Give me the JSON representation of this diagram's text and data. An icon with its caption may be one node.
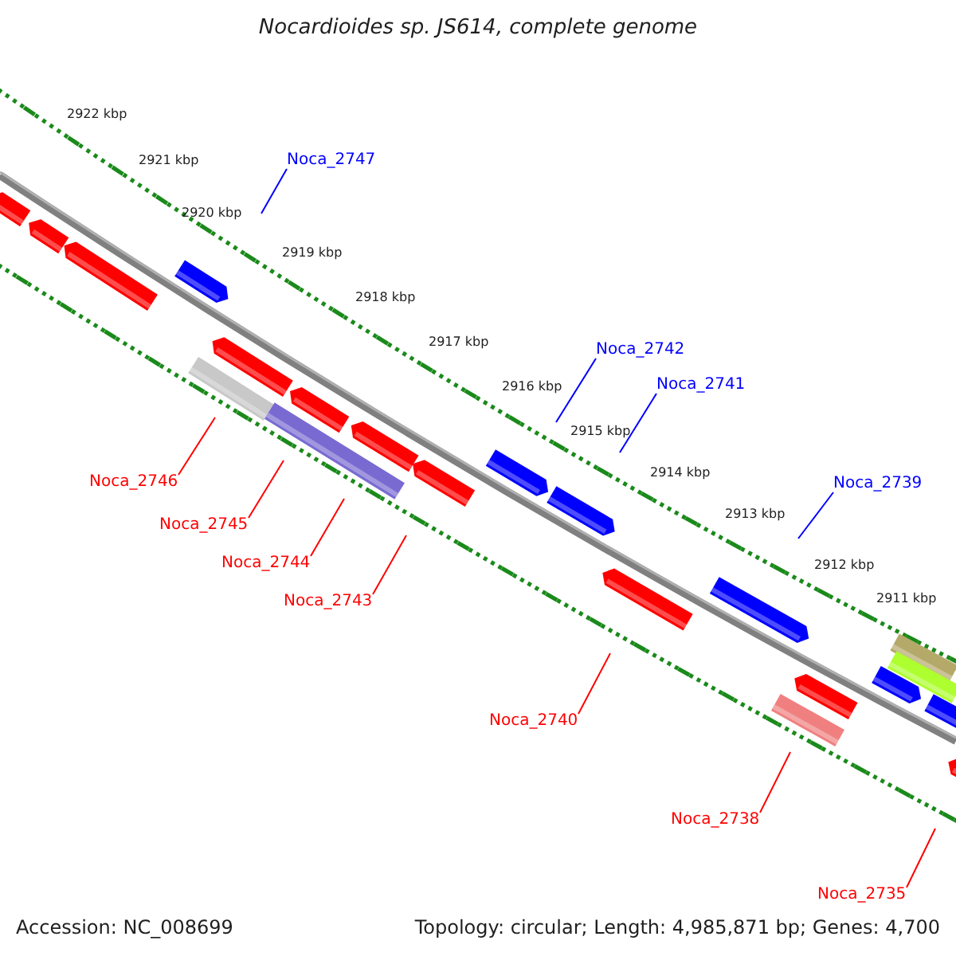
{
  "diagram": {
    "title": "Nocardioides sp. JS614, complete genome",
    "nodes": [
      {
        "text": [
          "Noca_2747"
        ]
      },
      {
        "text": [
          "Noca_2742"
        ]
      },
      {
        "text": [
          "Noca_2741"
        ]
      },
      {
        "text": [
          "Noca_2739"
        ]
      },
      {
        "text": [
          "Noca_2746"
        ]
      },
      {
        "text": [
          "Noca_2745"
        ]
      },
      {
        "text": [
          "Noca_2744"
        ]
      },
      {
        "text": [
          "Noca_2743"
        ]
      },
      {
        "text": [
          "Noca_2740"
        ]
      },
      {
        "text": [
          "Noca_2738"
        ]
      },
      {
        "text": [
          "Noca_2735"
        ]
      }
    ],
    "edges": [
      {
        "from": 0,
        "to": null,
        "arrow": "none",
        "color": "#0000ff"
      },
      {
        "from": 1,
        "to": null,
        "arrow": "none",
        "color": "#0000ff"
      },
      {
        "from": 2,
        "to": null,
        "arrow": "none",
        "color": "#0000ff"
      },
      {
        "from": 3,
        "to": null,
        "arrow": "none",
        "color": "#0000ff"
      },
      {
        "from": 4,
        "to": null,
        "arrow": "none"
      },
      {
        "from": 5,
        "to": null,
        "arrow": "none"
      },
      {
        "from": 6,
        "to": null,
        "arrow": "none"
      },
      {
        "from": 7,
        "to": null,
        "arrow": "none"
      },
      {
        "from": 8,
        "to": null,
        "arrow": "none"
      },
      {
        "from": 9,
        "to": null,
        "arrow": "none"
      },
      {
        "from": 10,
        "to": null,
        "arrow": "none"
      }
    ],
    "labels": [
      "2922 kbp",
      "2921 kbp",
      "2920 kbp",
      "2919 kbp",
      "2918 kbp",
      "2917 kbp",
      "2916 kbp",
      "2915 kbp",
      "2914 kbp",
      "2913 kbp",
      "2912 kbp",
      "2911 kbp",
      "Accession: NC_008699",
      "Topology: circular; Length: 4,985,871 bp; Genes: 4,700"
    ]
  }
}
